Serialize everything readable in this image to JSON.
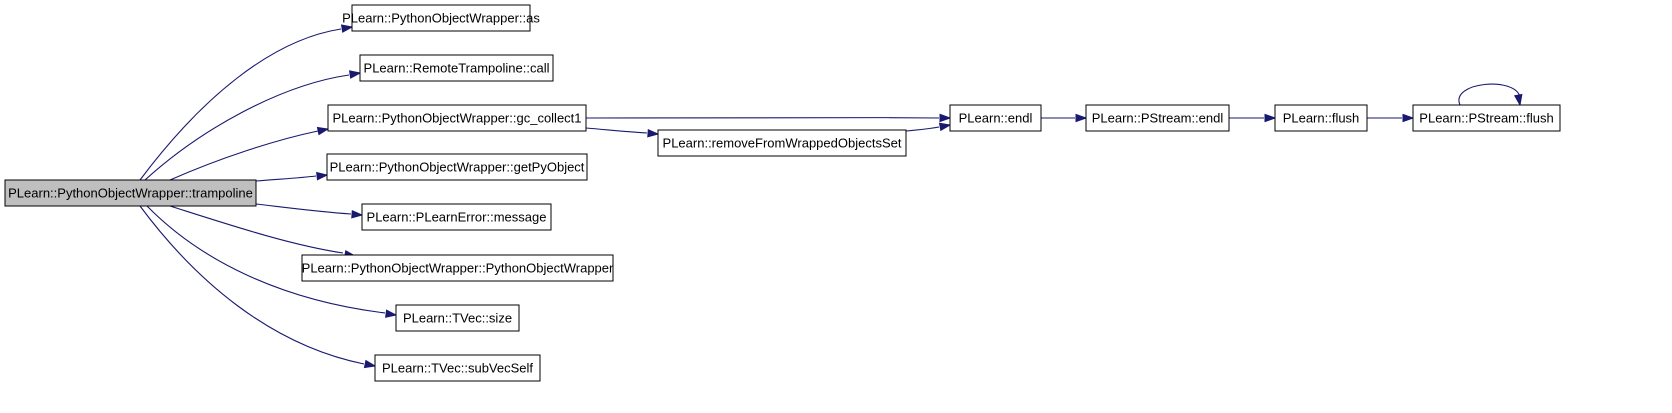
{
  "graph": {
    "root": "PLearn::PythonObjectWrapper::trampoline",
    "nodes": [
      {
        "id": "trampoline",
        "label": "PLearn::PythonObjectWrapper::trampoline",
        "highlighted": true
      },
      {
        "id": "as",
        "label": "PLearn::PythonObjectWrapper::as"
      },
      {
        "id": "call",
        "label": "PLearn::RemoteTrampoline::call"
      },
      {
        "id": "gc_collect1",
        "label": "PLearn::PythonObjectWrapper::gc_collect1"
      },
      {
        "id": "getPyObject",
        "label": "PLearn::PythonObjectWrapper::getPyObject"
      },
      {
        "id": "message",
        "label": "PLearn::PLearnError::message"
      },
      {
        "id": "ctor",
        "label": "PLearn::PythonObjectWrapper::PythonObjectWrapper"
      },
      {
        "id": "size",
        "label": "PLearn::TVec::size"
      },
      {
        "id": "subVecSelf",
        "label": "PLearn::TVec::subVecSelf"
      },
      {
        "id": "removeFromWrapped",
        "label": "PLearn::removeFromWrappedObjectsSet"
      },
      {
        "id": "endl",
        "label": "PLearn::endl"
      },
      {
        "id": "pstream_endl",
        "label": "PLearn::PStream::endl"
      },
      {
        "id": "flush",
        "label": "PLearn::flush"
      },
      {
        "id": "pstream_flush",
        "label": "PLearn::PStream::flush"
      }
    ],
    "edges": [
      {
        "from": "trampoline",
        "to": "as"
      },
      {
        "from": "trampoline",
        "to": "call"
      },
      {
        "from": "trampoline",
        "to": "gc_collect1"
      },
      {
        "from": "trampoline",
        "to": "getPyObject"
      },
      {
        "from": "trampoline",
        "to": "message"
      },
      {
        "from": "trampoline",
        "to": "ctor"
      },
      {
        "from": "trampoline",
        "to": "size"
      },
      {
        "from": "trampoline",
        "to": "subVecSelf"
      },
      {
        "from": "gc_collect1",
        "to": "endl"
      },
      {
        "from": "gc_collect1",
        "to": "removeFromWrapped"
      },
      {
        "from": "removeFromWrapped",
        "to": "endl"
      },
      {
        "from": "endl",
        "to": "pstream_endl"
      },
      {
        "from": "pstream_endl",
        "to": "flush"
      },
      {
        "from": "flush",
        "to": "pstream_flush"
      },
      {
        "from": "pstream_flush",
        "to": "pstream_flush"
      }
    ],
    "colors": {
      "edge": "#191970",
      "root_fill": "#bfbfbf",
      "node_fill": "#ffffff",
      "border": "#000000"
    }
  }
}
